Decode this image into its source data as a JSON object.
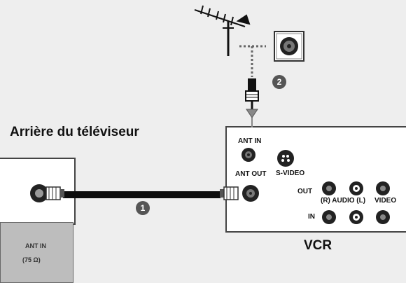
{
  "tv": {
    "title": "Arrière du téléviseur",
    "ant_in_label": "ANT IN",
    "ohms_label": "(75 Ω)"
  },
  "vcr": {
    "title": "VCR",
    "ant_in": "ANT IN",
    "ant_out": "ANT OUT",
    "s_video": "S-VIDEO",
    "out": "OUT",
    "in": "IN",
    "audio": "(R) AUDIO (L)",
    "video": "VIDEO"
  },
  "steps": {
    "one": "1",
    "two": "2"
  },
  "icons": [
    "antenna-icon",
    "wall-jack-icon",
    "coax-plug-icon",
    "rca-jack-icon",
    "s-video-jack-icon"
  ],
  "colors": {
    "cable": "#0d0d0d",
    "panel_border": "#444444",
    "badge": "#555555",
    "label_box": "#bdbdbd"
  }
}
